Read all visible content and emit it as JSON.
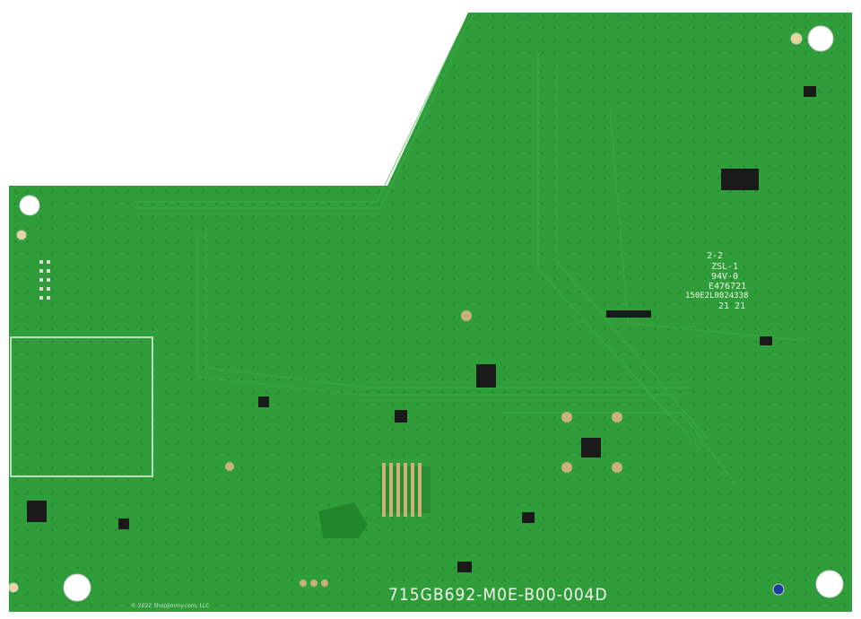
{
  "board": {
    "part_number": "715GB692-M0E-B00-004D",
    "copyright": "© 2022 ShopJimmy.com, LLC",
    "markings": [
      "2-2",
      "ZSL-1",
      "94V-0",
      "E476721",
      "150E2L0824338",
      "21 21"
    ],
    "colors": {
      "pcb": "#2f9e3a",
      "pcb_dark": "#23862d",
      "silkscreen": "#eef5ea",
      "pad": "#c9b27a"
    }
  }
}
